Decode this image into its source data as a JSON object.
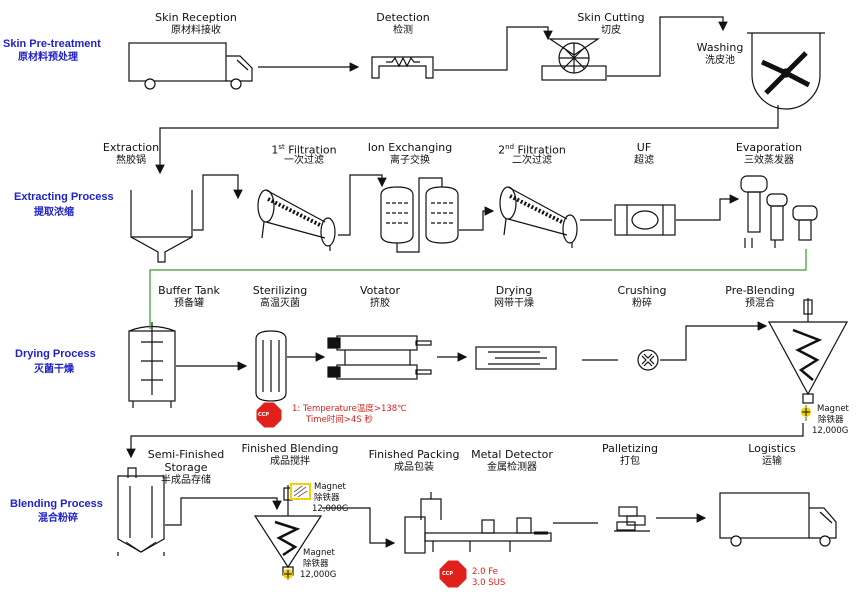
{
  "stages": {
    "skin_pretreatment": {
      "en": "Skin Pre-treatment",
      "cn": "原材料预处理"
    },
    "extracting": {
      "en": "Extracting Process",
      "cn": "提取浓缩"
    },
    "drying": {
      "en": "Drying Process",
      "cn": "灭菌干燥"
    },
    "blending": {
      "en": "Blending Process",
      "cn": "混合粉碎"
    }
  },
  "steps": {
    "skin_reception": {
      "en": "Skin Reception",
      "cn": "原材料接收"
    },
    "detection": {
      "en": "Detection",
      "cn": "检测"
    },
    "skin_cutting": {
      "en": "Skin Cutting",
      "cn": "切皮"
    },
    "washing": {
      "en": "Washing",
      "cn": "洗皮池"
    },
    "extraction": {
      "en": "Extraction",
      "cn": "熬胶锅"
    },
    "filtration_1": {
      "en_num": "1",
      "en_sup": "st",
      "en_rest": " Filtration",
      "cn": "一次过滤"
    },
    "ion_exchanging": {
      "en": "Ion Exchanging",
      "cn": "离子交换"
    },
    "filtration_2": {
      "en_num": "2",
      "en_sup": "nd",
      "en_rest": " Filtration",
      "cn": "二次过滤"
    },
    "uf": {
      "en": "UF",
      "cn": "超滤"
    },
    "evaporation": {
      "en": "Evaporation",
      "cn": "三效蒸发器"
    },
    "buffer_tank": {
      "en": "Buffer Tank",
      "cn": "预备罐"
    },
    "sterilizing": {
      "en": "Sterilizing",
      "cn": "高温灭菌"
    },
    "votator": {
      "en": "Votator",
      "cn": "挤胶"
    },
    "drying": {
      "en": "Drying",
      "cn": "网带干燥"
    },
    "crushing": {
      "en": "Crushing",
      "cn": "粉碎"
    },
    "pre_blending": {
      "en": "Pre-Blending",
      "cn": "预混合"
    },
    "semi_finished_storage": {
      "en1": "Semi-Finished",
      "en2": "Storage",
      "cn": "半成品存储"
    },
    "finished_blending": {
      "en": "Finished Blending",
      "cn": "成品搅拌"
    },
    "finished_packing": {
      "en": "Finished Packing",
      "cn": "成品包装"
    },
    "metal_detector": {
      "en": "Metal Detector",
      "cn": "金属检测器"
    },
    "palletizing": {
      "en": "Palletizing",
      "cn": "打包"
    },
    "logistics": {
      "en": "Logistics",
      "cn": "运输"
    }
  },
  "annotations": {
    "ccp_label": "CCP",
    "sterilizing_ccp_line1": "1: Temperature温度>138℃",
    "sterilizing_ccp_line2": "Time时间>4S 秒",
    "magnet_pre": {
      "en": "Magnet",
      "cn": "除铁器",
      "value": "12,000G"
    },
    "magnet_fb_top": {
      "en": "Magnet",
      "cn": "除铁器",
      "value": "12,000G"
    },
    "magnet_fb_bottom": {
      "en": "Magnet",
      "cn": "除铁器",
      "value": "12,000G"
    },
    "metal_ccp_line1": "2.0 Fe",
    "metal_ccp_line2": "3.0 SUS"
  },
  "colors": {
    "stage_label": "#1f22c8",
    "ccp_red": "#e0201b",
    "flow_green": "#3a9a2a",
    "magnet_yellow": "#f2d200"
  }
}
